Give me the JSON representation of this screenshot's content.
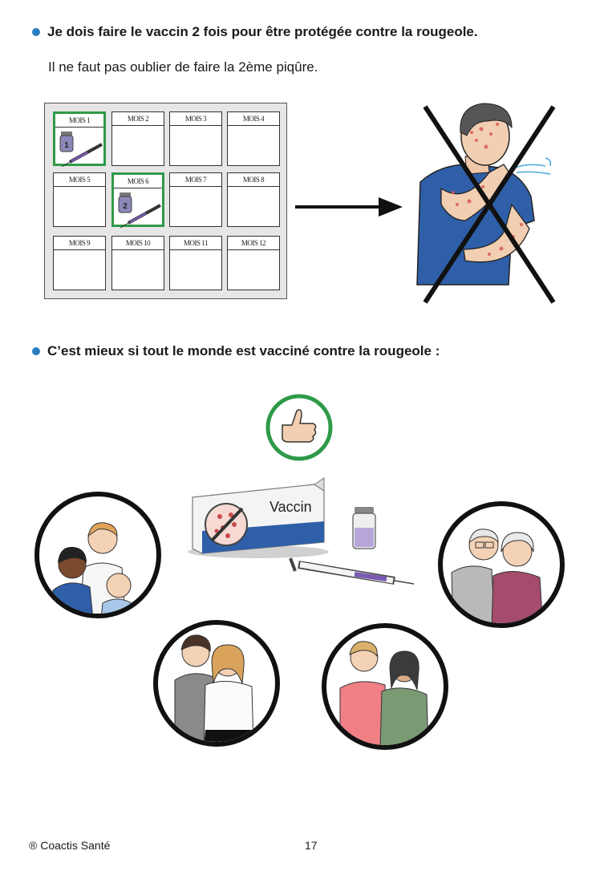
{
  "section1": {
    "heading": "Je dois faire le vaccin 2 fois pour être protégée contre la rougeole.",
    "subtext": "Il ne faut pas oublier de faire la 2ème piqûre."
  },
  "calendar": {
    "months": [
      "MOIS 1",
      "MOIS 2",
      "MOIS 3",
      "MOIS 4",
      "MOIS 5",
      "MOIS 6",
      "MOIS 7",
      "MOIS 8",
      "MOIS 9",
      "MOIS 10",
      "MOIS 11",
      "MOIS 12"
    ],
    "dose1_label": "1",
    "dose2_label": "2"
  },
  "section2": {
    "heading": "C’est mieux si tout le monde est vacciné contre la rougeole :"
  },
  "vaccine_box_label": "Vaccin",
  "footer": {
    "copyright": "® Coactis Santé",
    "page_number": "17"
  },
  "colors": {
    "bullet": "#2a7fc1",
    "highlight_green": "#2e9a48",
    "shirt_blue": "#2f5fa8"
  }
}
